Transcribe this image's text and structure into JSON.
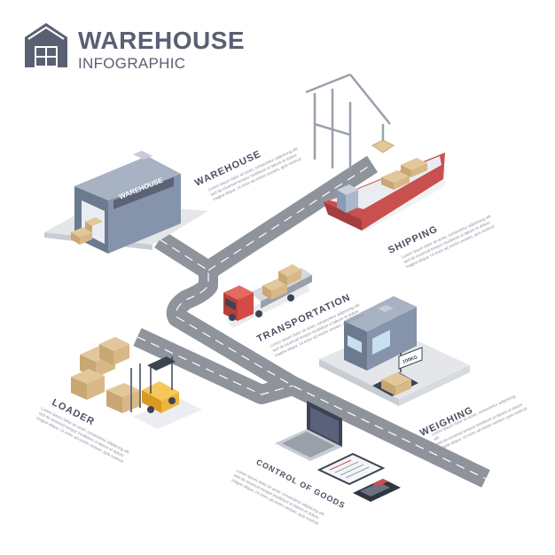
{
  "header": {
    "title": "WAREHOUSE",
    "subtitle": "INFOGRAPHIC",
    "logo_icon": "warehouse-icon"
  },
  "building_sign": "WAREHOUSE",
  "scale_readout": "100KG",
  "steps": [
    {
      "id": "warehouse",
      "label": "WAREHOUSE",
      "icon": "warehouse-building-icon",
      "lines": [
        "Lorem ipsum dolor sit amet, consectetur adipiscing elit",
        "sed do eiusmod tempor incididunt ut labore et dolore",
        "magna aliqua. Ut enim ad minim veniam, quis nostrud"
      ]
    },
    {
      "id": "shipping",
      "label": "SHIPPING",
      "icon": "cargo-ship-icon",
      "lines": [
        "Lorem ipsum dolor sit amet, consectetur adipiscing elit",
        "sed do eiusmod tempor incididunt ut labore et dolore",
        "magna aliqua. Ut enim ad minim veniam, quis nostrud"
      ]
    },
    {
      "id": "transportation",
      "label": "TRANSPORTATION",
      "icon": "truck-icon",
      "lines": [
        "Lorem ipsum dolor sit amet, consectetur adipiscing elit",
        "sed do eiusmod tempor incididunt ut labore et dolore",
        "magna aliqua. Ut enim ad minim veniam, quis nostrud"
      ]
    },
    {
      "id": "weighing",
      "label": "WEIGHING",
      "icon": "scale-icon",
      "lines": [
        "Lorem ipsum dolor sit amet, consectetur adipiscing elit",
        "sed do eiusmod tempor incididunt ut labore et dolore",
        "magna aliqua. Ut enim ad minim veniam, quis nostrud"
      ]
    },
    {
      "id": "loader",
      "label": "LOADER",
      "icon": "forklift-icon",
      "lines": [
        "Lorem ipsum dolor sit amet, consectetur adipiscing elit",
        "sed do eiusmod tempor incididunt ut labore et dolore",
        "magna aliqua. Ut enim ad minim veniam, quis nostrud"
      ]
    },
    {
      "id": "control",
      "label": "CONTROL OF GOODS",
      "icon": "laptop-clipboard-icon",
      "lines": [
        "Lorem ipsum dolor sit amet, consectetur adipiscing elit",
        "sed do eiusmod tempor incididunt ut labore et dolore",
        "magna aliqua. Ut enim ad minim veniam, quis nostrud"
      ]
    }
  ],
  "colors": {
    "title": "#5a6072",
    "road": "#8e939c",
    "road_line": "#ffffff",
    "box": "#e2c79a",
    "ship_hull": "#c8504f",
    "truck_cab": "#d24b45",
    "forklift": "#f0b43a",
    "building": "#7f8da3"
  }
}
